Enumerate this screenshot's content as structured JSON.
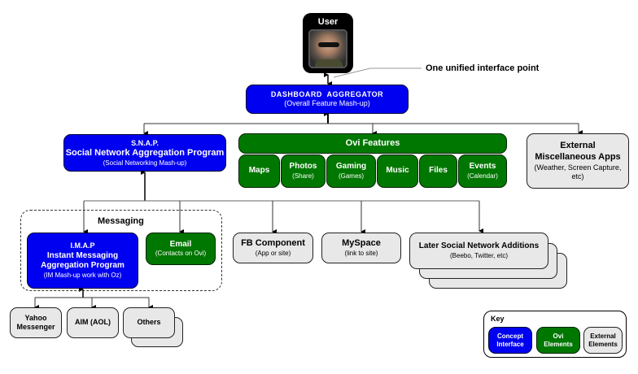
{
  "user": {
    "title": "User",
    "photo": "user-photo"
  },
  "callout": "One unified interface point",
  "dashboard": {
    "title": "DASHBOARD  AGGREGATOR",
    "subtitle": "(Overall Feature Mash-up)"
  },
  "snap": {
    "title": "S.N.A.P.",
    "name": "Social Network Aggregation Program",
    "subtitle": "(Social Networking Mash-up)"
  },
  "ovi": {
    "title": "Ovi Features",
    "items": [
      {
        "label": "Maps",
        "sub": ""
      },
      {
        "label": "Photos",
        "sub": "(Share)"
      },
      {
        "label": "Gaming",
        "sub": "(Games)"
      },
      {
        "label": "Music",
        "sub": ""
      },
      {
        "label": "Files",
        "sub": ""
      },
      {
        "label": "Events",
        "sub": "(Calendar)"
      }
    ]
  },
  "external_apps": {
    "title": "External",
    "title2": "Miscellaneous Apps",
    "subtitle": "(Weather, Screen Capture, etc)"
  },
  "messaging": {
    "label": "Messaging"
  },
  "imap": {
    "title": "I.M.A.P",
    "name1": "Instant Messaging",
    "name2": "Aggregation Program",
    "subtitle": "(IM Mash-up work with Oz)"
  },
  "email": {
    "title": "Email",
    "subtitle": "(Contacts on Ovi)"
  },
  "fb": {
    "title": "FB Component",
    "subtitle": "(App or site)"
  },
  "myspace": {
    "title": "MySpace",
    "subtitle": "(link to site)"
  },
  "later": {
    "title": "Later Social Network Additions",
    "subtitle": "(Beebo, Twitter, etc)"
  },
  "im_clients": [
    {
      "line1": "Yahoo",
      "line2": "Messenger"
    },
    {
      "line1": "AIM (AOL)",
      "line2": ""
    },
    {
      "line1": "Others",
      "line2": ""
    }
  ],
  "key": {
    "title": "Key",
    "items": [
      {
        "line1": "Concept",
        "line2": "Interface",
        "color": "#0000f0"
      },
      {
        "line1": "Ovi",
        "line2": "Elements",
        "color": "#007700"
      },
      {
        "line1": "External",
        "line2": "Elements",
        "color": "#e8e8e8"
      }
    ]
  },
  "colors": {
    "concept": "#0000f0",
    "ovi": "#007700",
    "external": "#e8e8e8"
  }
}
